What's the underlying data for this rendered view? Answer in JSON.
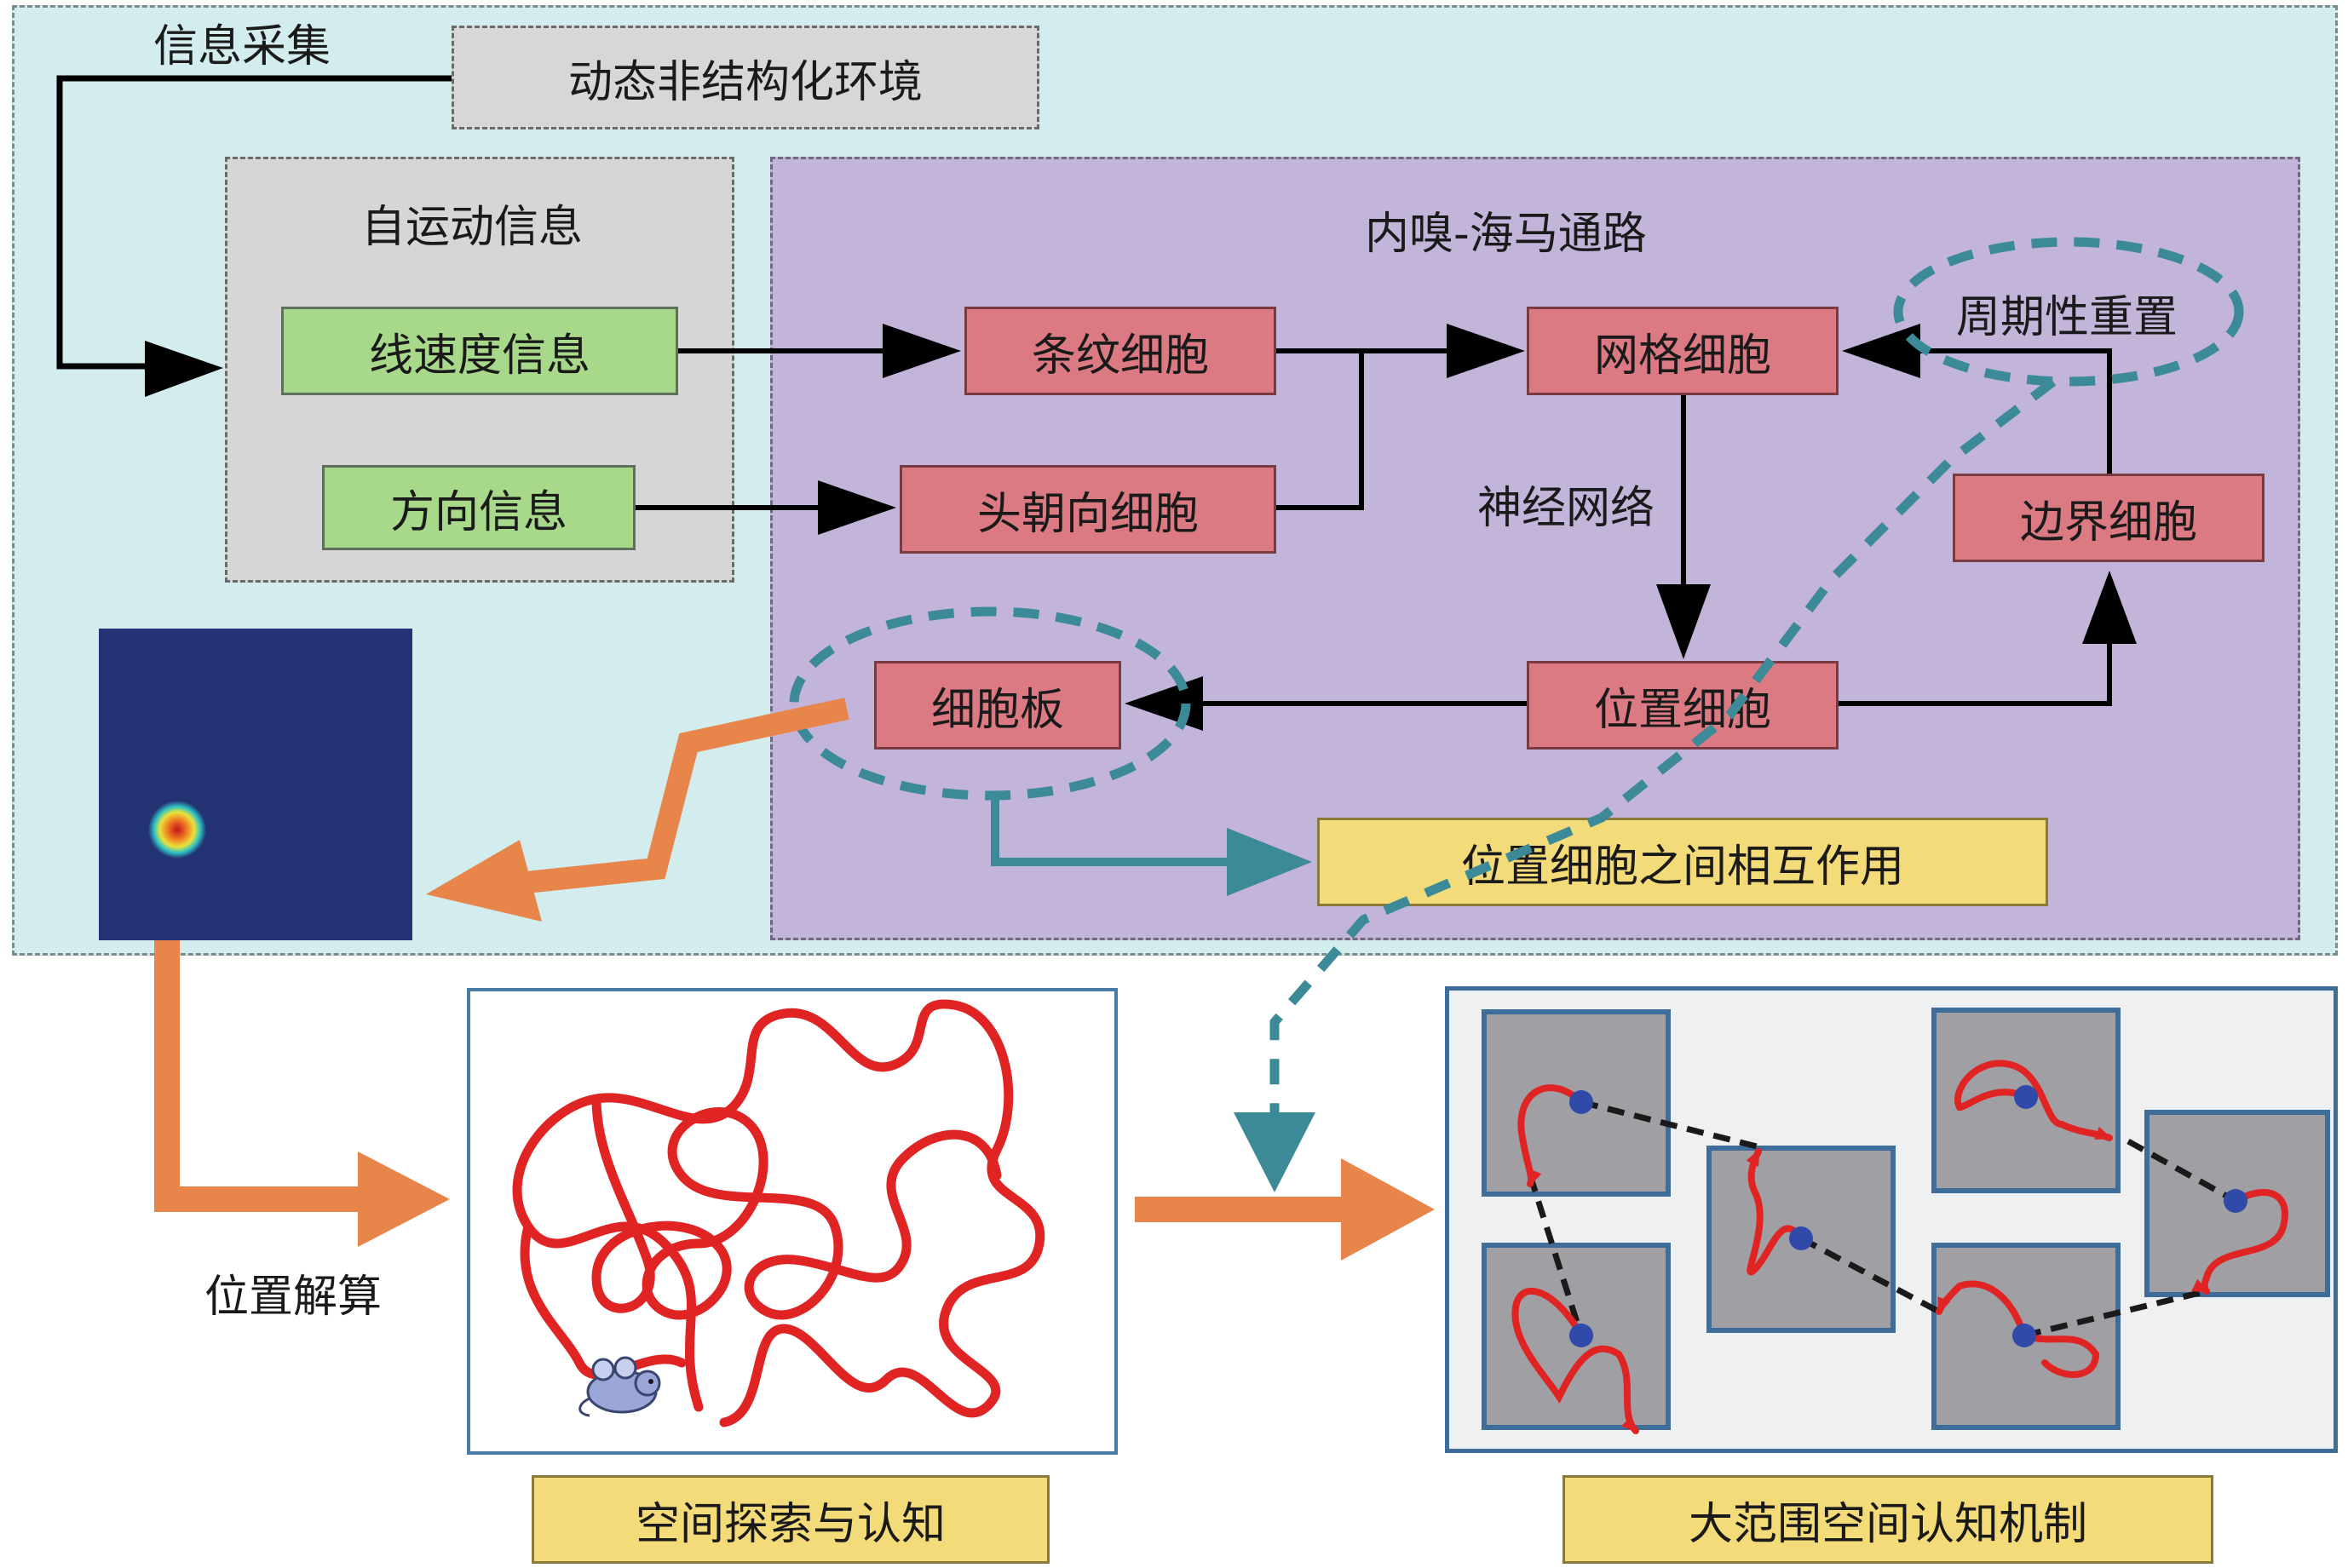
{
  "labels": {
    "info_collection": "信息采集",
    "dynamic_env": "动态非结构化环境",
    "self_motion": "自运动信息",
    "ec_pathway": "内嗅-海马通路",
    "linear_speed": "线速度信息",
    "direction": "方向信息",
    "stripe_cells": "条纹细胞",
    "head_direction_cells": "头朝向细胞",
    "grid_cells": "网格细胞",
    "periodic_reset": "周期性重置",
    "neural_network": "神经网络",
    "boundary_cells": "边界细胞",
    "place_cells": "位置细胞",
    "cell_plate": "细胞板",
    "place_interaction": "位置细胞之间相互作用",
    "position_solve": "位置解算",
    "space_explore": "空间探索与认知",
    "large_scale": "大范围空间认知机制"
  },
  "colors": {
    "outer_bg": "#d3ecee",
    "pathway_bg": "#c3b4d9",
    "cell_box": "#db7a83",
    "input_box": "#a8d98b",
    "label_box": "#f3db7a",
    "orange_arrow": "#e8854a",
    "teal_dashed": "#3c8a98",
    "trajectory_red": "#e02424"
  },
  "icons": {
    "mouse": "mouse-icon",
    "heatmap": "place-field-heatmap"
  }
}
